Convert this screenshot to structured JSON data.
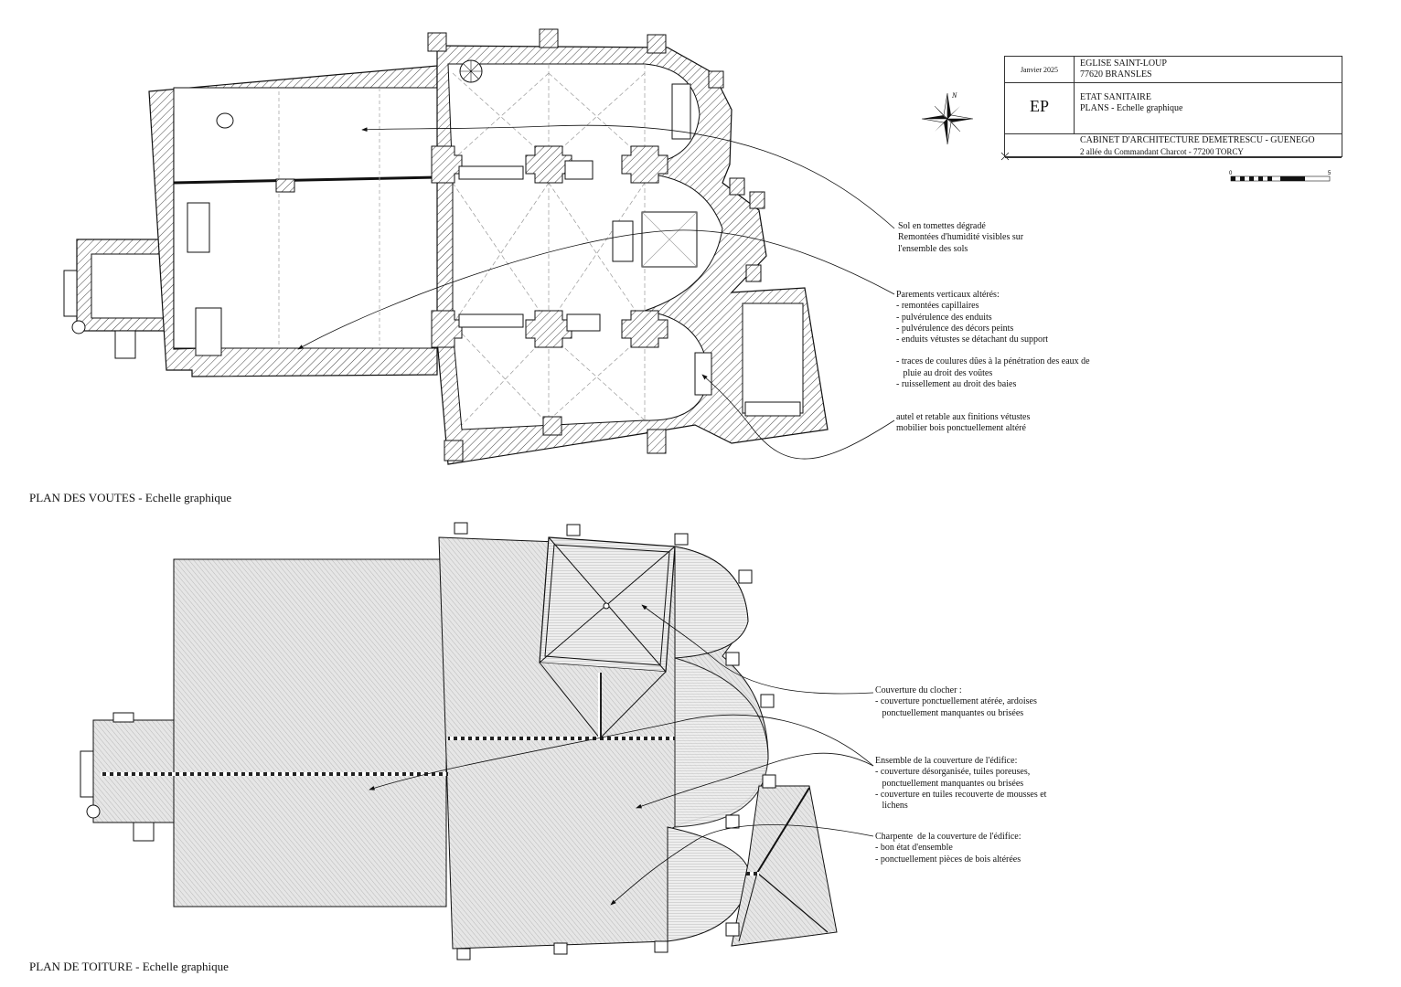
{
  "title_block": {
    "date": "Janvier 2025",
    "church_name": "EGLISE SAINT-LOUP",
    "church_location": "77620 BRANSLES",
    "phase_code": "EP",
    "document_title": "ETAT SANITAIRE",
    "document_subtitle": "PLANS - Echelle graphique",
    "architect_name": "CABINET D'ARCHITECTURE DEMETRESCU - GUENEGO",
    "architect_address": "2 allée du Commandant Charcot - 77200 TORCY"
  },
  "scale_bar": {
    "start": "0",
    "end": "5"
  },
  "north_arrow": {
    "label": "N",
    "icon": "compass-rose-icon"
  },
  "plans": [
    {
      "title": "PLAN DES VOUTES - Echelle graphique"
    },
    {
      "title": "PLAN DE TOITURE - Echelle graphique"
    }
  ],
  "annotations_voutes": [
    {
      "lines": [
        "Sol en tomettes dégradé",
        "Remontées d'humidité visibles sur",
        "l'ensemble des sols"
      ]
    },
    {
      "lines": [
        "Parements verticaux altérés:",
        "- remontées capillaires",
        "- pulvérulence des enduits",
        "- pulvérulence des décors peints",
        "- enduits vétustes se détachant du support",
        "",
        "- traces de coulures dûes à la pénétration des eaux de",
        "   pluie au droit des voûtes",
        "- ruissellement au droit des baies"
      ]
    },
    {
      "lines": [
        "autel et retable aux finitions vétustes",
        "mobilier bois ponctuellement altéré"
      ]
    }
  ],
  "annotations_toiture": [
    {
      "lines": [
        "Couverture du clocher :",
        "- couverture ponctuellement atérée, ardoises",
        "   ponctuellement manquantes ou brisées"
      ]
    },
    {
      "lines": [
        "Ensemble de la couverture de l'édifice:",
        "- couverture désorganisée, tuiles poreuses,",
        "   ponctuellement manquantes ou brisées",
        "- couverture en tuiles recouverte de mousses et",
        "   lichens"
      ]
    },
    {
      "lines": [
        "Charpente  de la couverture de l'édifice:",
        "- bon état d'ensemble",
        "- ponctuellement pièces de bois altérées"
      ]
    }
  ]
}
